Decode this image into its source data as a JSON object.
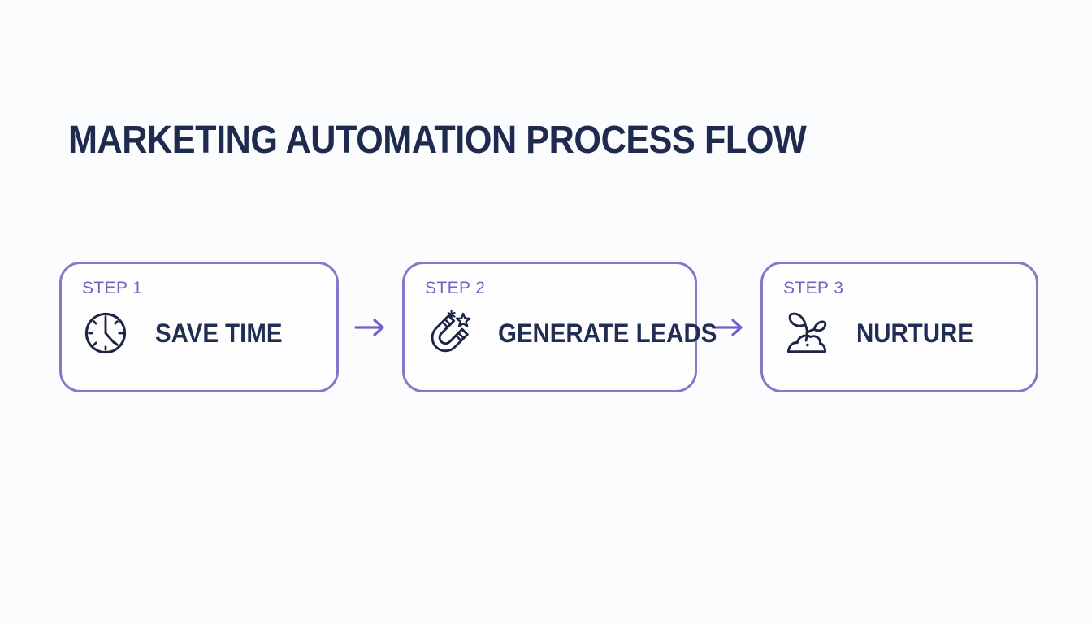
{
  "title": "MARKETING AUTOMATION PROCESS FLOW",
  "colors": {
    "background": "#fbfcfd",
    "title_text": "#1f2b4e",
    "box_border": "#8478cb",
    "box_background": "#fefefe",
    "step_label": "#6f66c2",
    "step_title": "#212d52",
    "icon": "#1c2545",
    "arrow": "#7061c3"
  },
  "steps": [
    {
      "label": "STEP 1",
      "title": "SAVE TIME",
      "icon": "clock-icon"
    },
    {
      "label": "STEP 2",
      "title": "GENERATE LEADS",
      "icon": "magnet-icon"
    },
    {
      "label": "STEP 3",
      "title": "NURTURE",
      "icon": "sprout-icon"
    }
  ],
  "arrow": {
    "icon": "right-arrow-icon"
  }
}
